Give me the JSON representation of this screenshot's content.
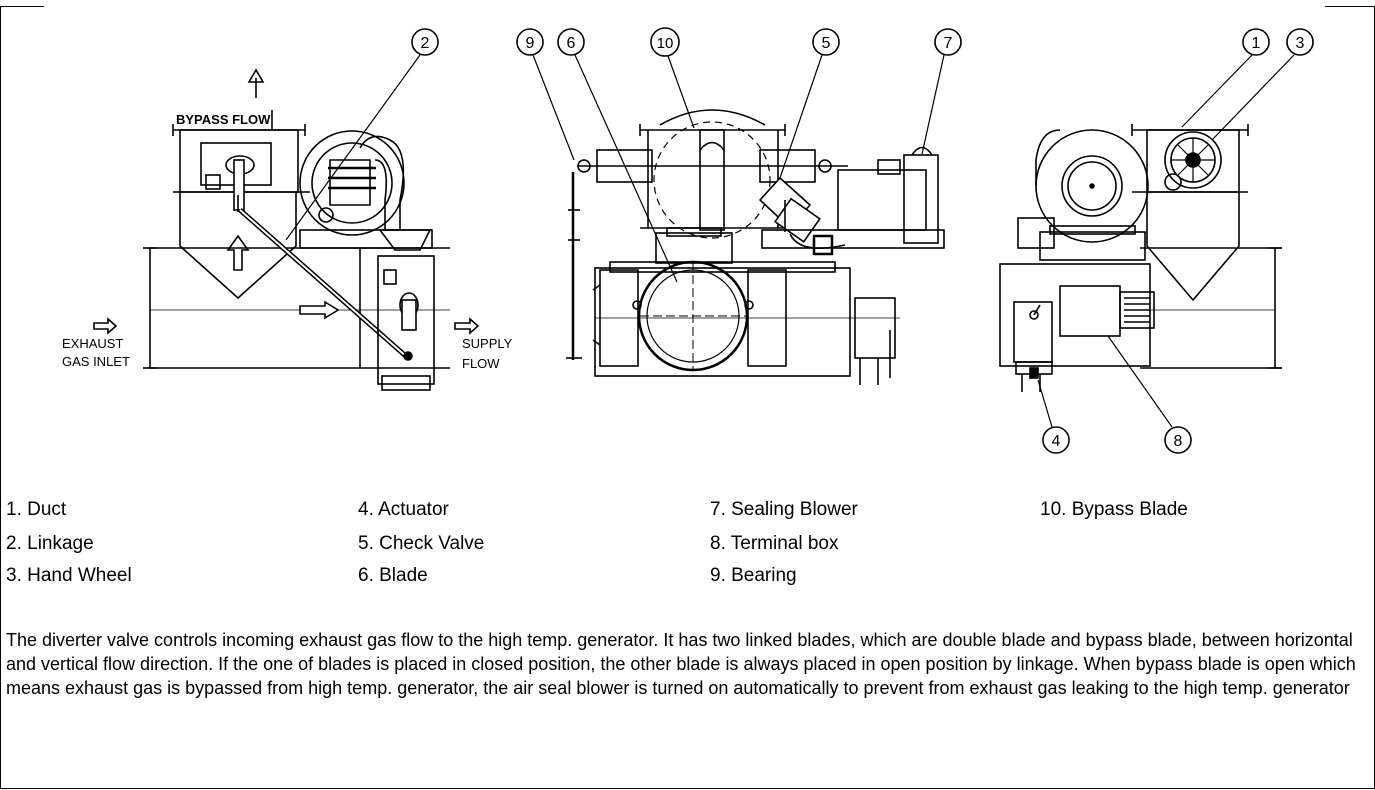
{
  "diagram": {
    "callouts": [
      "1",
      "2",
      "3",
      "4",
      "5",
      "6",
      "7",
      "8",
      "9",
      "10"
    ],
    "labels": {
      "bypass_flow": "BYPASS FLOW",
      "exhaust": "EXHAUST",
      "gas_inlet": "GAS INLET",
      "supply": "SUPPLY",
      "flow": "FLOW"
    }
  },
  "legend": [
    {
      "text": "1. Duct"
    },
    {
      "text": "2. Linkage"
    },
    {
      "text": "3. Hand Wheel"
    },
    {
      "text": "4. Actuator"
    },
    {
      "text": "5. Check Valve"
    },
    {
      "text": "6. Blade"
    },
    {
      "text": "7. Sealing Blower"
    },
    {
      "text": "8. Terminal box"
    },
    {
      "text": "9. Bearing"
    },
    {
      "text": "10. Bypass Blade"
    }
  ],
  "description": "The diverter valve controls incoming exhaust gas flow to the high temp. generator.   It has two linked blades, which are double blade and bypass blade, between horizontal and vertical flow direction.   If the one of blades is placed in closed position, the other blade is always placed in open position by linkage.   When bypass blade is open which means exhaust gas is bypassed from high temp. generator, the air seal blower is turned on automatically to prevent from exhaust gas leaking to the high temp. generator"
}
